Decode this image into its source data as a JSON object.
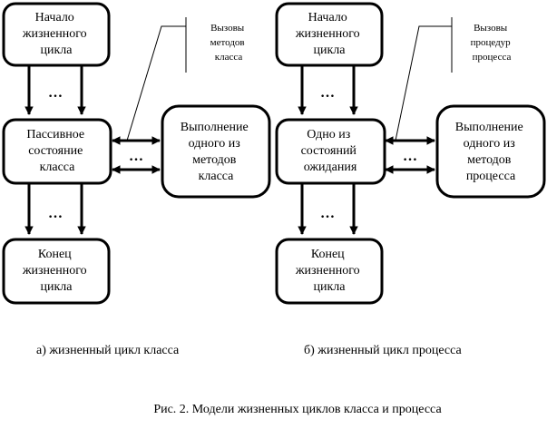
{
  "left": {
    "start": [
      "Начало",
      "жизненного",
      "цикла"
    ],
    "middle": [
      "Пассивное",
      "состояние",
      "класса"
    ],
    "side": [
      "Выполнение",
      "одного из",
      "методов",
      "класса"
    ],
    "end": [
      "Конец",
      "жизненного",
      "цикла"
    ],
    "note": [
      "Вызовы",
      "методов",
      "класса"
    ],
    "caption": "а) жизненный цикл класса"
  },
  "right": {
    "start": [
      "Начало",
      "жизненного",
      "цикла"
    ],
    "middle": [
      "Одно из",
      "состояний",
      "ожидания"
    ],
    "side": [
      "Выполнение",
      "одного из",
      "методов",
      "процесса"
    ],
    "end": [
      "Конец",
      "жизненного",
      "цикла"
    ],
    "note": [
      "Вызовы",
      "процедур",
      "процесса"
    ],
    "caption": "б) жизненный цикл процесса"
  },
  "ellipsis": "…",
  "figure_caption": "Рис. 2. Модели жизненных циклов класса и процесса"
}
